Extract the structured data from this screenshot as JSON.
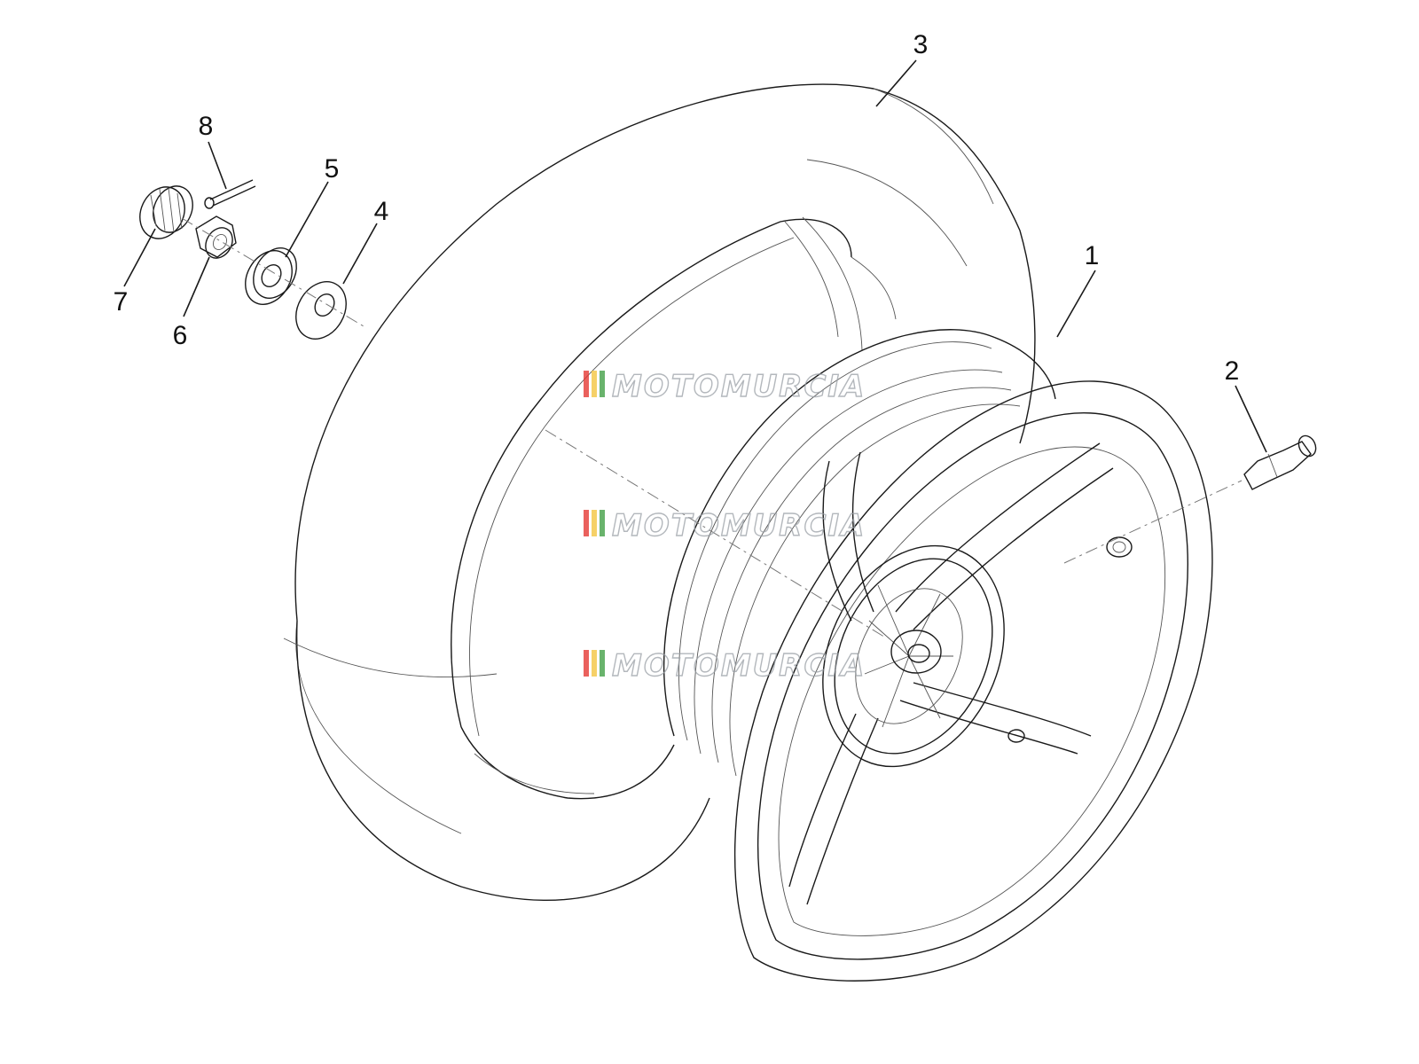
{
  "diagram": {
    "callouts": [
      {
        "id": "1",
        "label": "1"
      },
      {
        "id": "2",
        "label": "2"
      },
      {
        "id": "3",
        "label": "3"
      },
      {
        "id": "4",
        "label": "4"
      },
      {
        "id": "5",
        "label": "5"
      },
      {
        "id": "6",
        "label": "6"
      },
      {
        "id": "7",
        "label": "7"
      },
      {
        "id": "8",
        "label": "8"
      }
    ],
    "watermark": {
      "text": "MOTOMURCIA",
      "stripe_colors": [
        "#e53935",
        "#f4c542",
        "#43a047"
      ],
      "text_color": "#9aa0a6"
    },
    "line_color": "#1a1a1a"
  }
}
